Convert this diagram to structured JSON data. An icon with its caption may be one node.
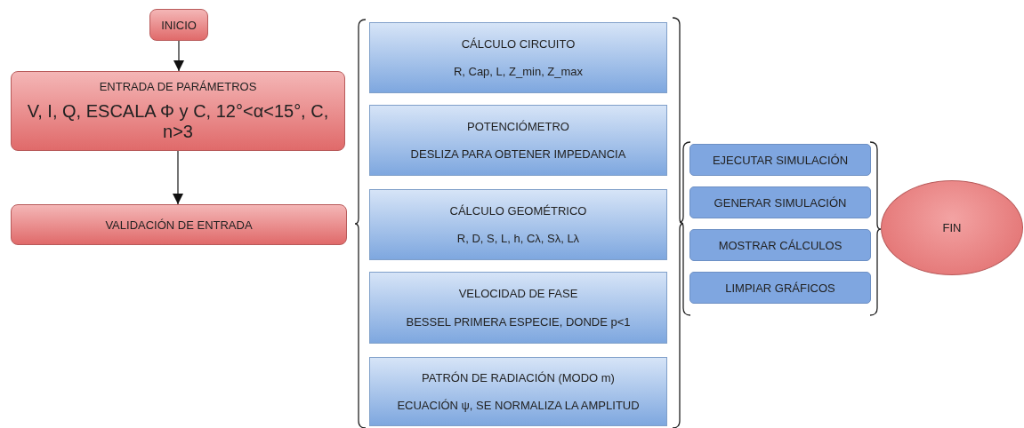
{
  "diagram": {
    "nodes": [
      {
        "text": [
          "INICIO"
        ]
      },
      {
        "text": [
          "ENTRADA DE PARÁMETROS",
          "V, I, Q, ESCALA Φ y C, 12°<α<15°, C, n>3"
        ]
      },
      {
        "text": [
          "VALIDACIÓN DE ENTRADA"
        ]
      },
      {
        "text": [
          "CÁLCULO CIRCUITO",
          "R, Cap, L, Z_min, Z_max"
        ]
      },
      {
        "text": [
          "POTENCIÓMETRO",
          "DESLIZA PARA OBTENER IMPEDANCIA"
        ]
      },
      {
        "text": [
          "CÁLCULO GEOMÉTRICO",
          "R, D, S, L, h, Cλ, Sλ, Lλ"
        ]
      },
      {
        "text": [
          "VELOCIDAD DE FASE",
          "BESSEL PRIMERA ESPECIE, DONDE p<1"
        ]
      },
      {
        "text": [
          "PATRÓN DE RADIACIÓN (MODO m)",
          "ECUACIÓN  ψ, SE NORMALIZA LA AMPLITUD"
        ]
      },
      {
        "text": [
          "EJECUTAR SIMULACIÓN"
        ]
      },
      {
        "text": [
          "GENERAR SIMULACIÓN"
        ]
      },
      {
        "text": [
          "MOSTRAR CÁLCULOS"
        ]
      },
      {
        "text": [
          "LIMPIAR GRÁFICOS"
        ]
      },
      {
        "text": [
          "FIN"
        ]
      }
    ],
    "edges": [
      {
        "from": 0,
        "to": 1,
        "arrow": "to"
      },
      {
        "from": 1,
        "to": 2,
        "arrow": "to"
      }
    ]
  }
}
